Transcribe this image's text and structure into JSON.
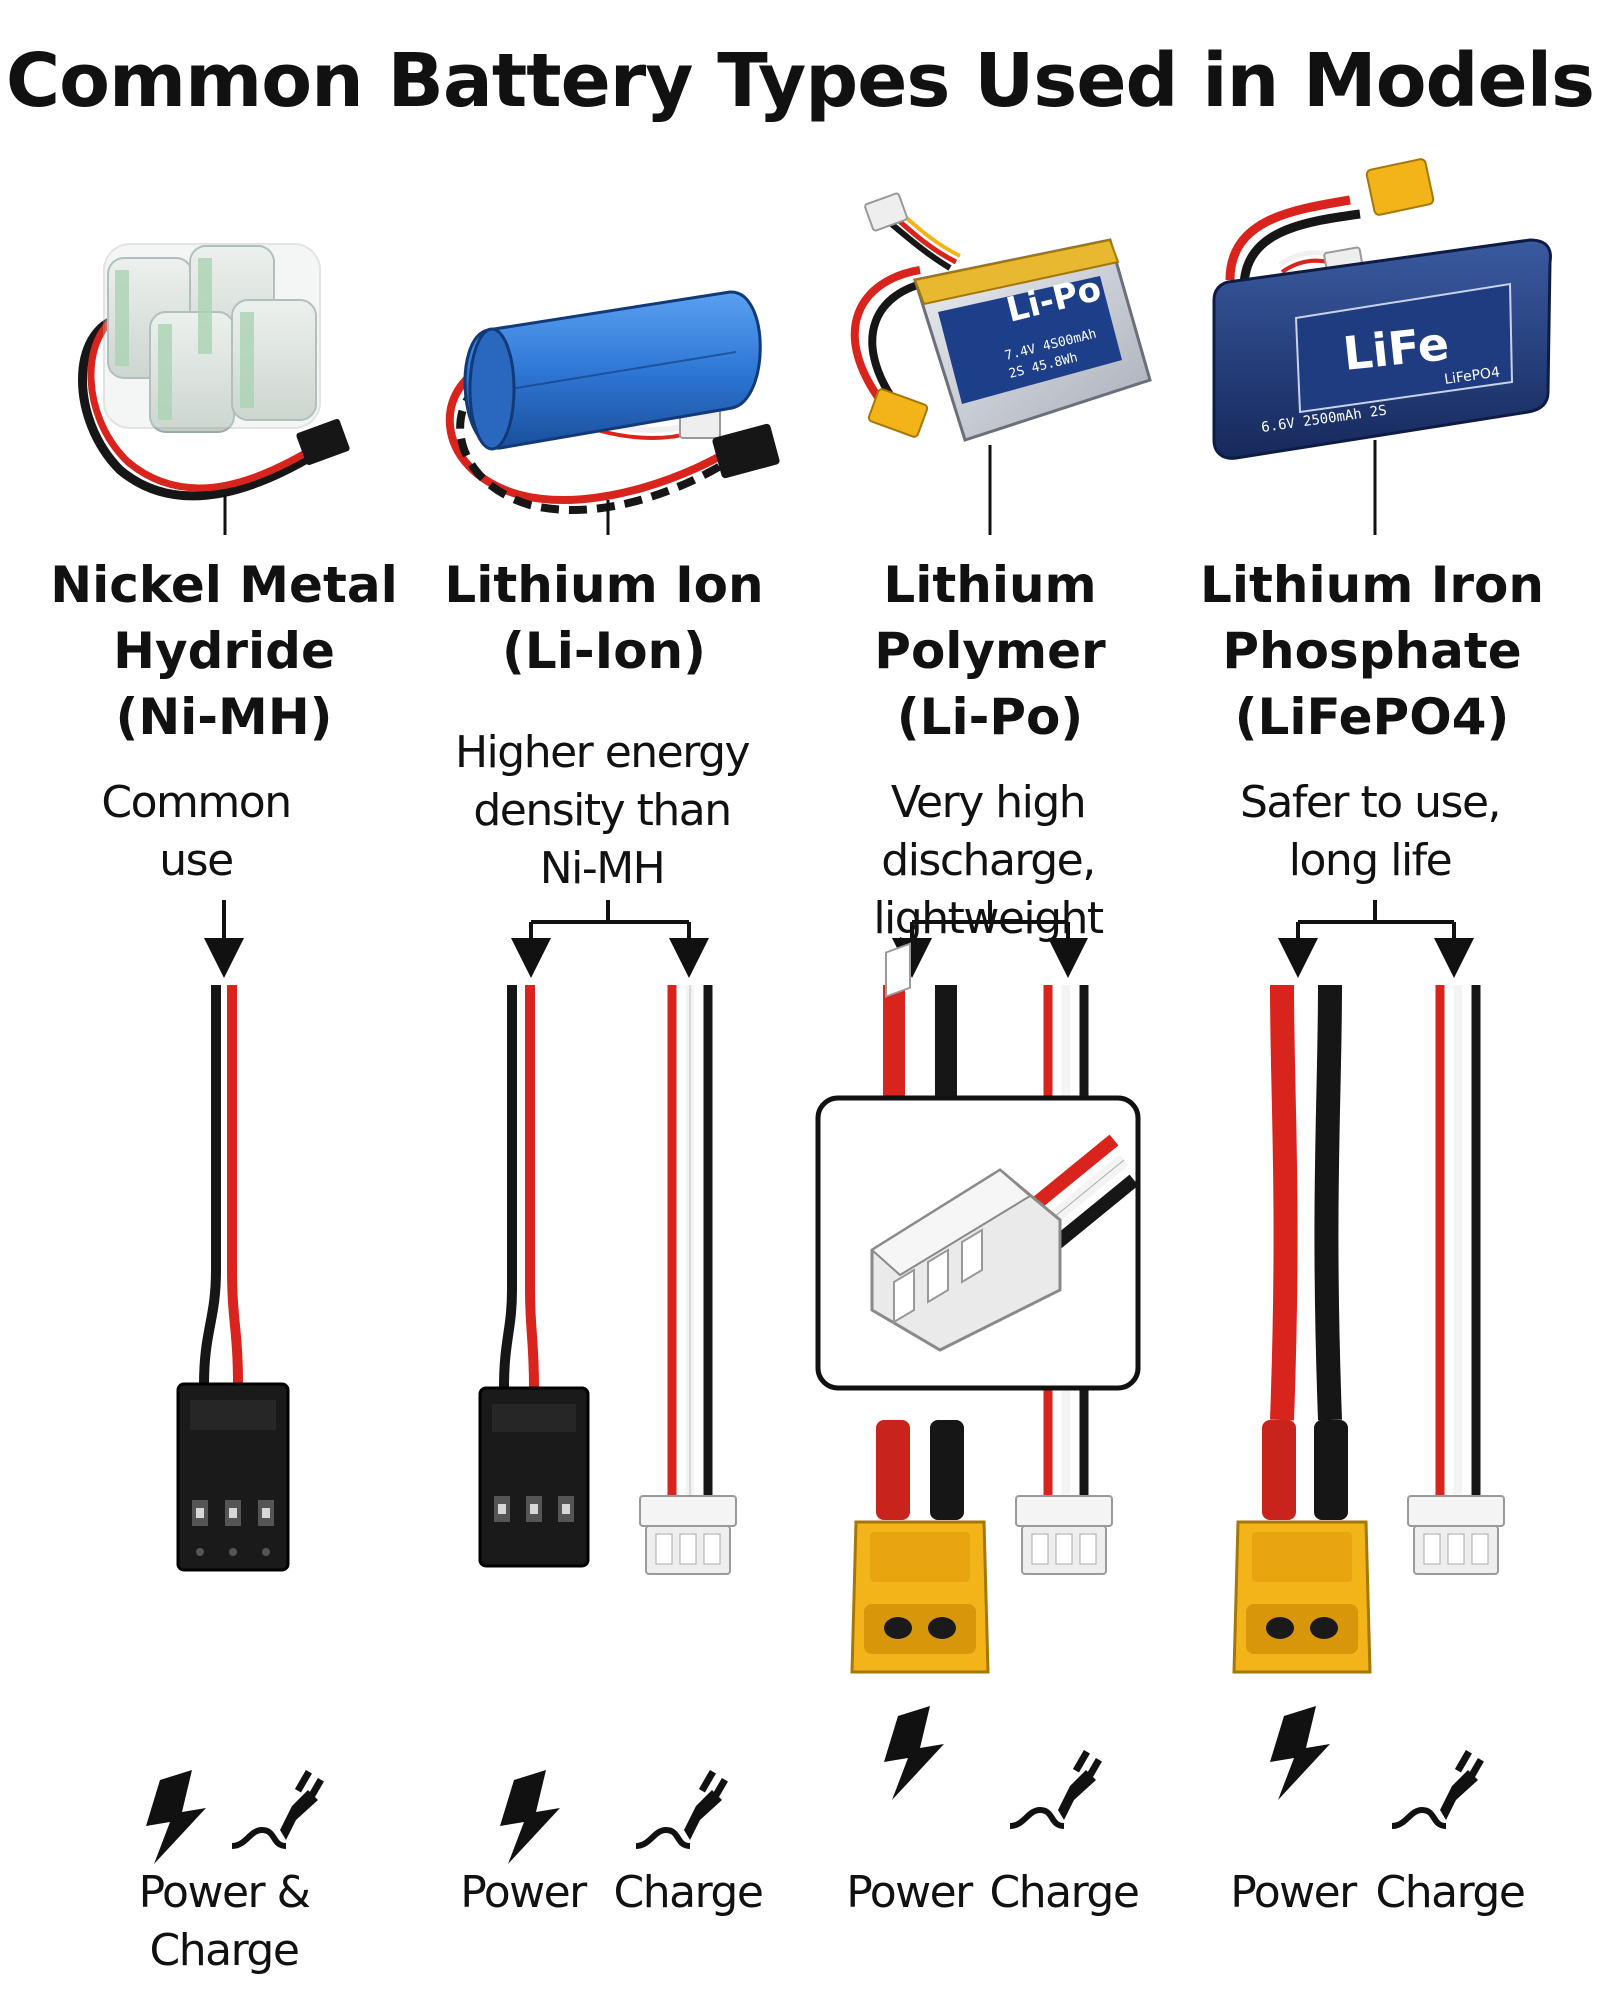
{
  "title": "Common Battery Types Used in Models",
  "batteries": [
    {
      "name_lines": [
        "Nickel Metal",
        "Hydride",
        "(Ni-MH)"
      ],
      "description_lines": [
        "Common",
        "use"
      ],
      "connectors": [
        "servo-style"
      ],
      "captions": [
        [
          "Power &",
          "Charge"
        ]
      ],
      "icons": [
        "lightning-icon",
        "plug-icon"
      ]
    },
    {
      "name_lines": [
        "Lithium Ion",
        "(Li-Ion)"
      ],
      "description_lines": [
        "Higher energy",
        "density than",
        "Ni-MH"
      ],
      "connectors": [
        "servo-style",
        "JST balance"
      ],
      "captions": [
        [
          "Power"
        ],
        [
          "Charge"
        ]
      ],
      "icons": [
        "lightning-icon",
        "plug-icon"
      ]
    },
    {
      "name_lines": [
        "Lithium",
        "Polymer",
        "(Li-Po)"
      ],
      "description_lines": [
        "Very high discharge,",
        "lightweight"
      ],
      "connectors": [
        "XT60",
        "JST balance"
      ],
      "captions": [
        [
          "Power"
        ],
        [
          "Charge"
        ]
      ],
      "icons": [
        "lightning-icon",
        "plug-icon"
      ],
      "pack_label": "Li-Po",
      "pack_text": [
        "7.4V 4S00mAh",
        "2S 45.8Wh"
      ]
    },
    {
      "name_lines": [
        "Lithium Iron",
        "Phosphate",
        "(LiFePO4)"
      ],
      "description_lines": [
        "Safer to use,",
        "long life"
      ],
      "connectors": [
        "XT60",
        "JST balance"
      ],
      "captions": [
        [
          "Power"
        ],
        [
          "Charge"
        ]
      ],
      "icons": [
        "lightning-icon",
        "plug-icon"
      ],
      "pack_label": "LiFe",
      "pack_sublabel": "LiFePO4",
      "pack_text": [
        "6.6V 2500mAh 2S"
      ]
    }
  ],
  "colors": {
    "wire_red": "#d8241c",
    "wire_black": "#161616",
    "wire_white": "#f4f4f4",
    "xt60_yellow": "#f2b418",
    "nimh_green": "#8ec89a",
    "liion_blue": "#2f78d6",
    "lipo_silver": "#c8ccd4",
    "lipo_gold": "#e8b830",
    "life_navy": "#1e3a78"
  }
}
